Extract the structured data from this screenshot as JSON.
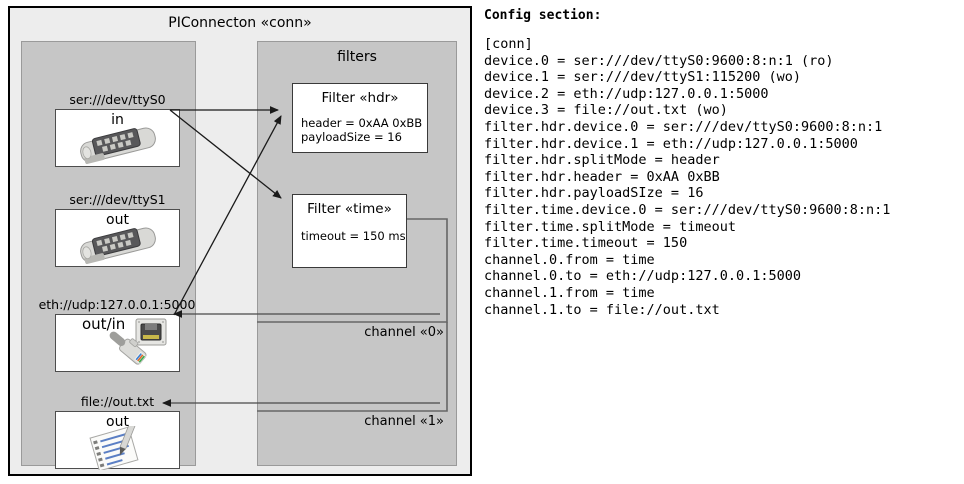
{
  "diagram": {
    "title": "PIConnecton «conn»",
    "devices_panel": {
      "devices": [
        {
          "label": "ser:///dev/ttyS0",
          "direction": "in",
          "icon": "serial-port-icon"
        },
        {
          "label": "ser:///dev/ttyS1",
          "direction": "out",
          "icon": "serial-port-icon"
        },
        {
          "label": "eth://udp:127.0.0.1:5000",
          "direction": "out/in",
          "icon": "ethernet-socket-icon"
        },
        {
          "label": "file://out.txt",
          "direction": "out",
          "icon": "text-file-icon"
        }
      ]
    },
    "filters_panel": {
      "title": "filters",
      "filters": [
        {
          "title": "Filter «hdr»",
          "props": [
            "header = 0xAA 0xBB",
            "payloadSize = 16"
          ]
        },
        {
          "title": "Filter «time»",
          "props": [
            "timeout = 150 ms"
          ]
        }
      ]
    },
    "channels": [
      {
        "label": "channel «0»"
      },
      {
        "label": "channel «1»"
      }
    ]
  },
  "config": {
    "heading": "Config section:",
    "lines": [
      "[conn]",
      "device.0 = ser:///dev/ttyS0:9600:8:n:1 (ro)",
      "device.1 = ser:///dev/ttyS1:115200 (wo)",
      "device.2 = eth://udp:127.0.0.1:5000",
      "device.3 = file://out.txt (wo)",
      "filter.hdr.device.0 = ser:///dev/ttyS0:9600:8:n:1",
      "filter.hdr.device.1 = eth://udp:127.0.0.1:5000",
      "filter.hdr.splitMode = header",
      "filter.hdr.header = 0xAA 0xBB",
      "filter.hdr.payloadSIze = 16",
      "filter.time.device.0 = ser:///dev/ttyS0:9600:8:n:1",
      "filter.time.splitMode = timeout",
      "filter.time.timeout = 150",
      "channel.0.from = time",
      "channel.0.to = eth://udp:127.0.0.1:5000",
      "channel.1.from = time",
      "channel.1.to = file://out.txt"
    ]
  },
  "colors": {
    "page_background": "#ffffff",
    "diagram_background": "#ededed",
    "panel_fill": "#c6c6c6",
    "panel_border": "#9a9a9a",
    "box_fill": "#ffffff",
    "box_border": "#4d4d4d",
    "outline": "#000000"
  }
}
